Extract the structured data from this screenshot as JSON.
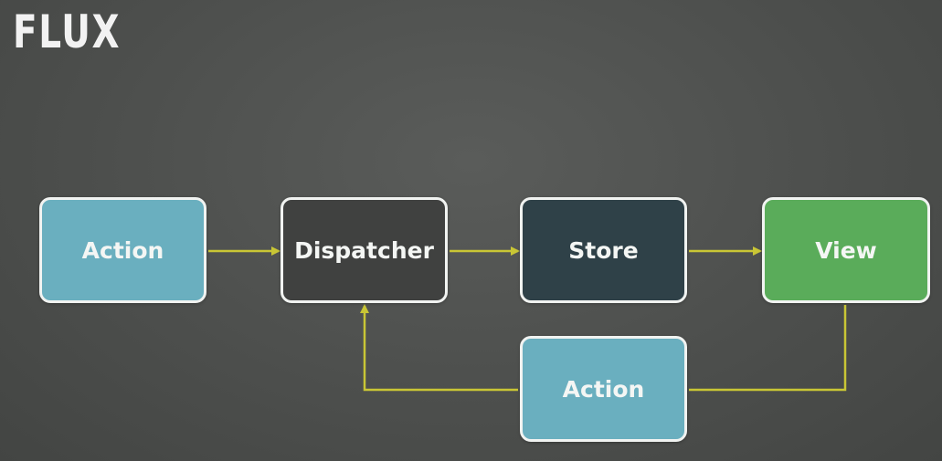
{
  "title": "FLUX",
  "nodes": {
    "action_top": {
      "label": "Action",
      "color": "#6aafbf"
    },
    "dispatcher": {
      "label": "Dispatcher",
      "color": "#404140"
    },
    "store": {
      "label": "Store",
      "color": "#2f4148"
    },
    "view": {
      "label": "View",
      "color": "#5aac5a"
    },
    "action_bottom": {
      "label": "Action",
      "color": "#6aafbf"
    }
  },
  "edges": [
    {
      "from": "action_top",
      "to": "dispatcher"
    },
    {
      "from": "dispatcher",
      "to": "store"
    },
    {
      "from": "store",
      "to": "view"
    },
    {
      "from": "view",
      "to": "action_bottom"
    },
    {
      "from": "action_bottom",
      "to": "dispatcher"
    }
  ],
  "colors": {
    "arrow": "#c9c635",
    "box_border": "#f1f3f1"
  }
}
